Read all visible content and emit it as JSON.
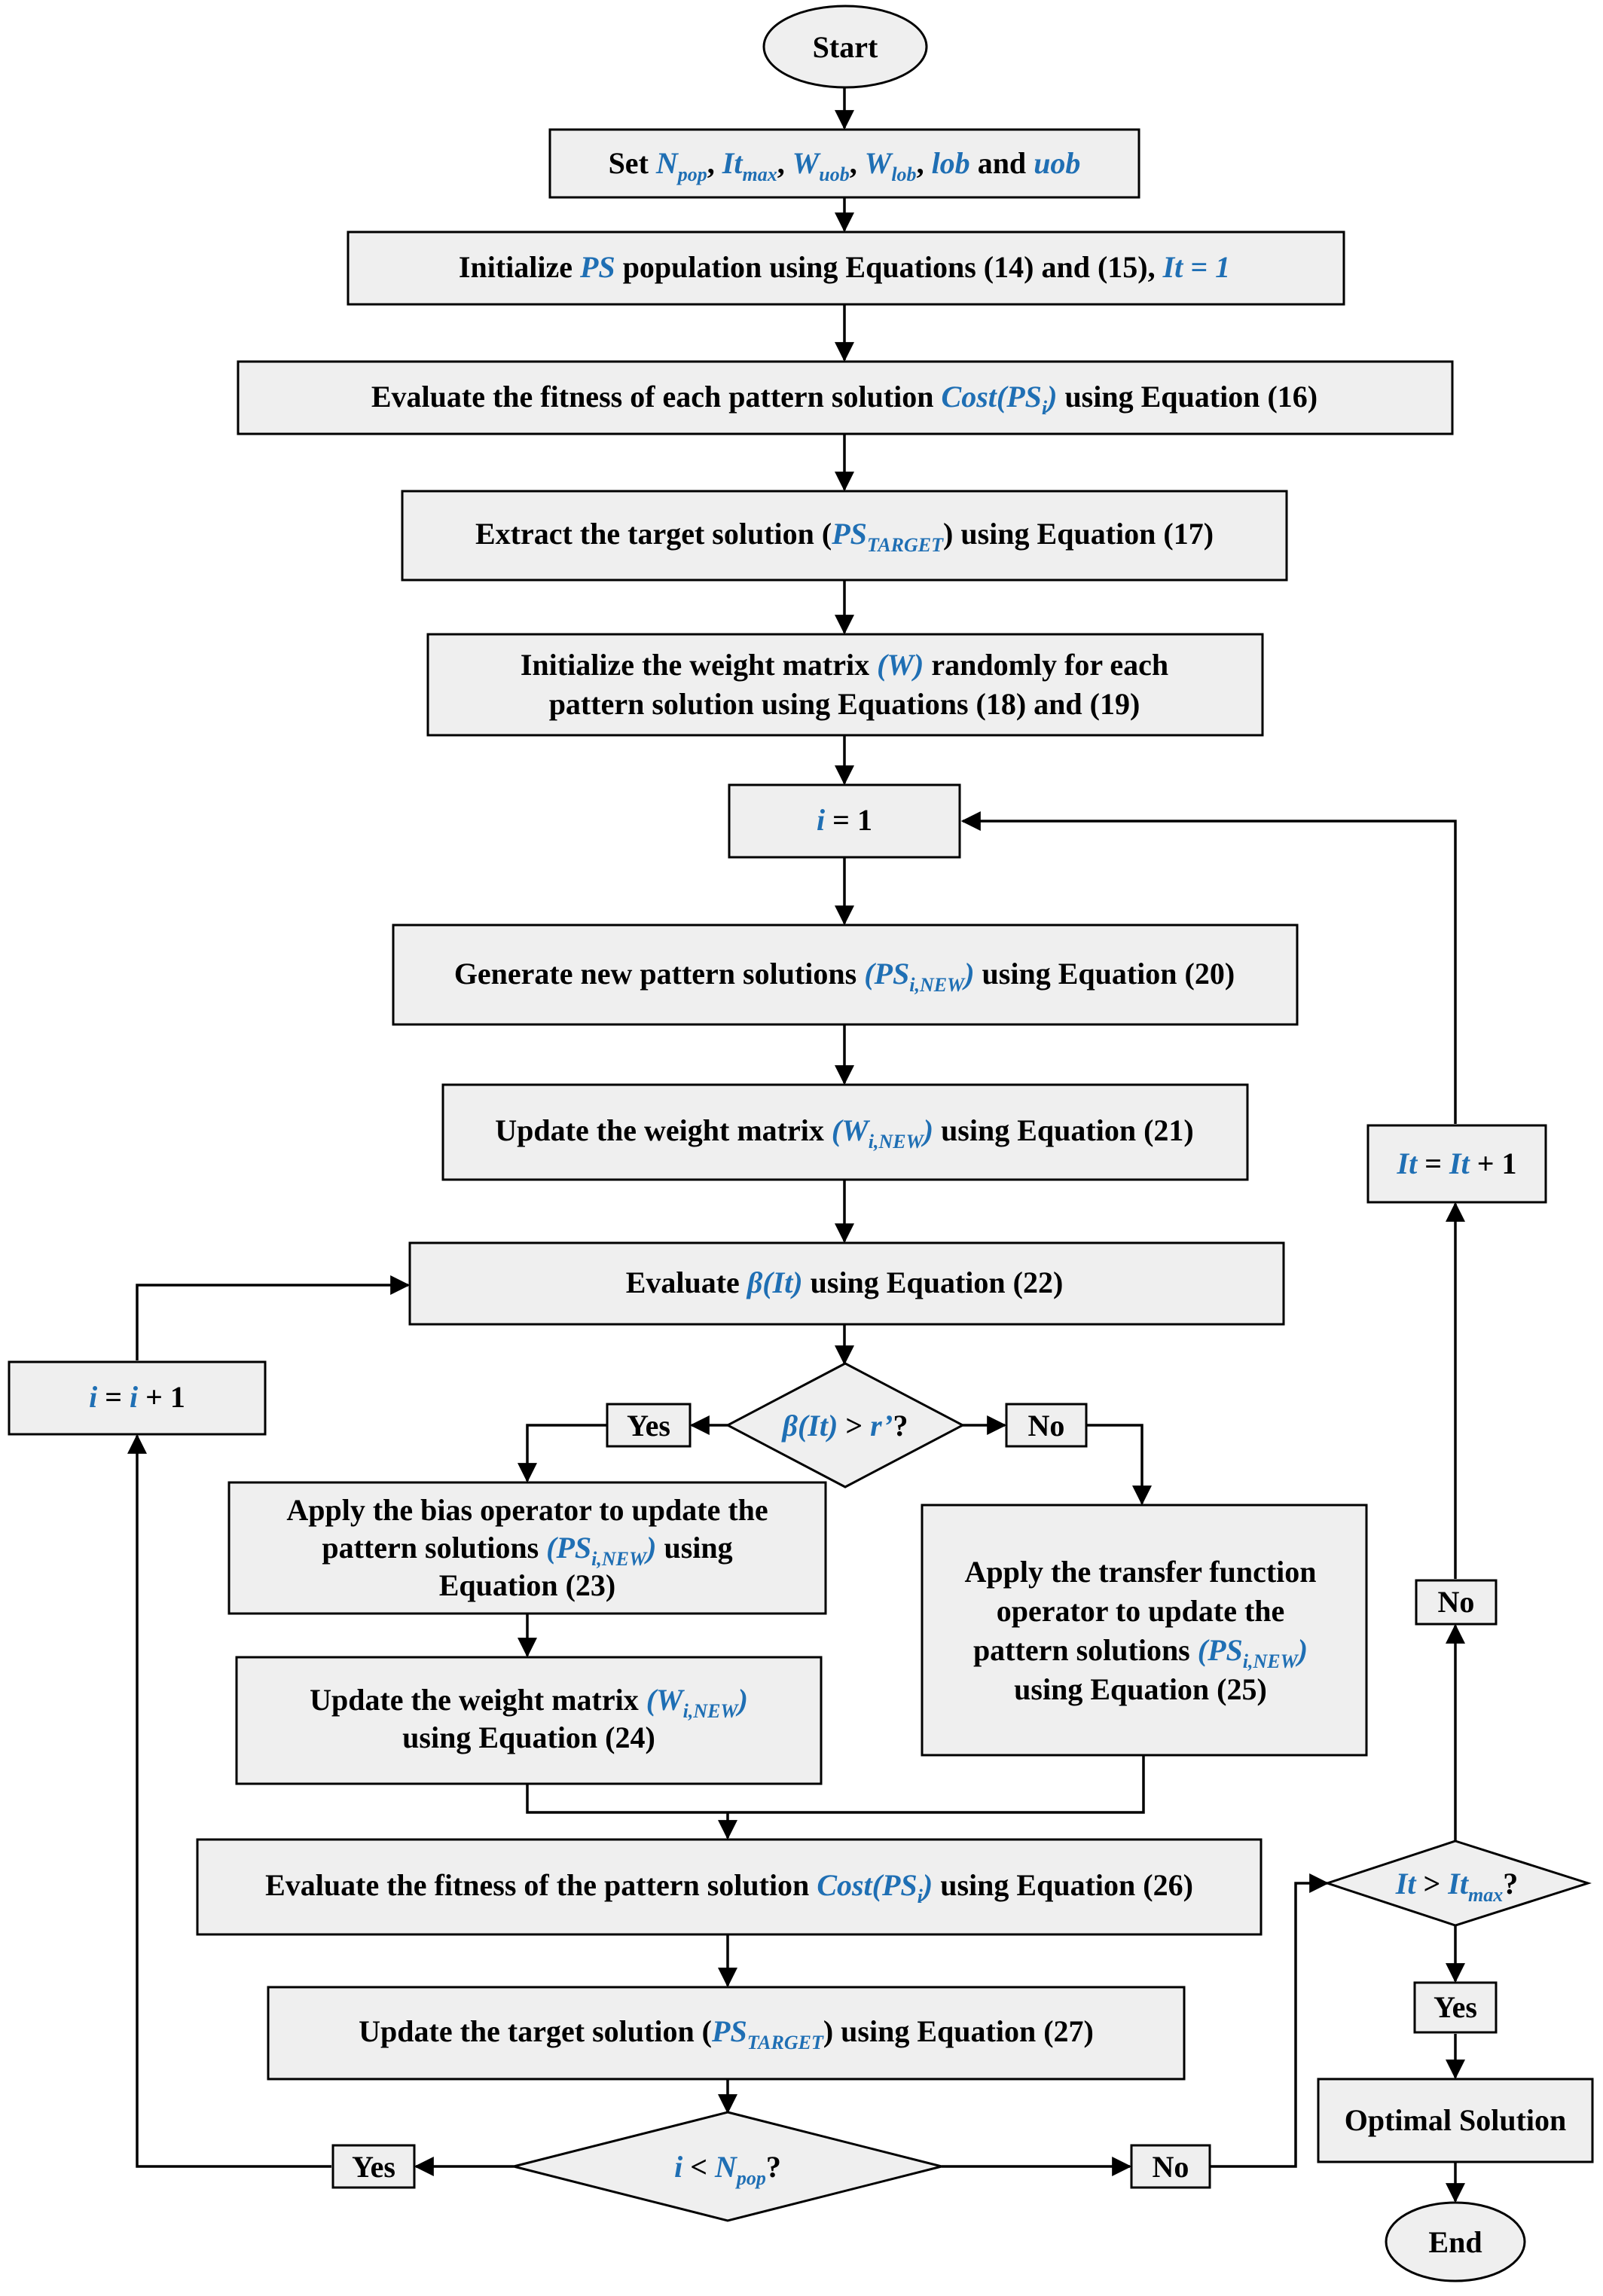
{
  "accent_color": "#1f6fb4",
  "start": "Start",
  "end": "End",
  "set": {
    "pre": "Set ",
    "n": "N",
    "n_sub": "pop",
    "c1": ", ",
    "it": "It",
    "it_sub": "max",
    "c2": ", ",
    "wu": "W",
    "wu_sub": "uob",
    "c3": ", ",
    "wl": "W",
    "wl_sub": "lob",
    "c4": ", ",
    "lob": "lob",
    "and": " and ",
    "uob": "uob"
  },
  "init_ps": {
    "pre": "Initialize ",
    "ps": "PS",
    "mid": " population using Equations (14) and (15), ",
    "it": "It = 1"
  },
  "eval_fit": {
    "pre": "Evaluate the fitness of each pattern solution ",
    "cost": "Cost(PS",
    "sub": "i",
    "close": ")",
    "post": " using Equation (16)"
  },
  "extract": {
    "pre": "Extract the target solution (",
    "ps": "PS",
    "sub": "TARGET",
    "post": ") using Equation (17)"
  },
  "init_w": {
    "line1_pre": "Initialize the weight matrix ",
    "w": "(W)",
    "line1_post": " randomly for each",
    "line2": "pattern solution using Equations (18) and (19)"
  },
  "i_eq": {
    "i": "i",
    "rest": " = 1"
  },
  "generate": {
    "pre": "Generate new pattern solutions ",
    "ps": "(PS",
    "sub": "i,NEW",
    "close": ")",
    "post": " using Equation (20)"
  },
  "update_w1": {
    "pre": "Update the weight matrix ",
    "w": "(W",
    "sub": "i,NEW",
    "close": ")",
    "post": " using Equation (21)"
  },
  "eval_beta": {
    "pre": "Evaluate ",
    "beta": "β(It)",
    "post": " using Equation (22)"
  },
  "decision_beta": {
    "beta": "β(It)",
    "gt": " > ",
    "r": "r’",
    "q": "?"
  },
  "yes": "Yes",
  "no": "No",
  "bias": {
    "line1": "Apply the bias operator to update the",
    "line2_pre": "pattern solutions ",
    "ps": "(PS",
    "sub": "i,NEW",
    "close": ")",
    "line2_post": " using",
    "line3": "Equation (23)"
  },
  "update_w2": {
    "pre": "Update the weight matrix ",
    "w": "(W",
    "sub": "i,NEW",
    "close": ")",
    "line2": "using Equation (24)"
  },
  "transfer": {
    "line1": "Apply the transfer function",
    "line2": "operator to update the",
    "line3_pre": "pattern solutions ",
    "ps": "(PS",
    "sub": "i,NEW",
    "close": ")",
    "line4": "using Equation (25)"
  },
  "eval_fit2": {
    "pre": "Evaluate the fitness of the pattern solution ",
    "cost": "Cost(PS",
    "sub": "i",
    "close": ")",
    "post": " using Equation (26)"
  },
  "update_target": {
    "pre": "Update the target solution (",
    "ps": "PS",
    "sub": "TARGET",
    "post": ") using Equation (27)"
  },
  "decision_i": {
    "i": "i",
    "lt": " < ",
    "n": "N",
    "n_sub": "pop",
    "q": "?"
  },
  "i_inc": {
    "i1": "i",
    "eq": " = ",
    "i2": "i",
    "plus": " + 1"
  },
  "it_inc": {
    "it1": "It",
    "eq": " = ",
    "it2": "It",
    "plus": " + 1"
  },
  "decision_it": {
    "it": "It",
    "gt": " > ",
    "it2": "It",
    "sub": "max",
    "q": "?"
  },
  "optimal": "Optimal Solution"
}
